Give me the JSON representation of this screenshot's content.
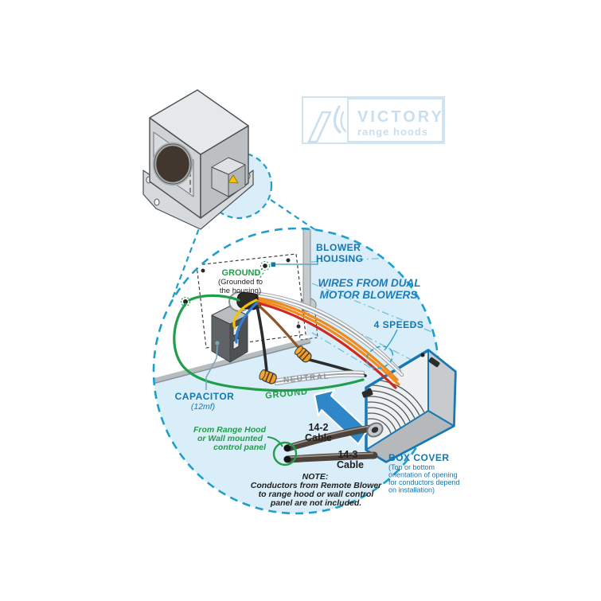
{
  "logo": {
    "name": "VICTORY",
    "tagline": "range hoods"
  },
  "labels": {
    "blower_housing": [
      "BLOWER",
      "HOUSING"
    ],
    "wires_from_dual": [
      "WIRES FROM DUAL",
      "MOTOR BLOWERS"
    ],
    "four_speeds": "4 SPEEDS",
    "ground_housing": [
      "GROUND",
      "(Grounded to",
      "the housing)"
    ],
    "capacitor": [
      "CAPACITOR",
      "(12mf)"
    ],
    "neutral": "NEUTRAL",
    "ground_wire": "GROUND",
    "cable_14_2": [
      "14-2",
      "Cable"
    ],
    "cable_14_3": [
      "14-3",
      "Cable"
    ],
    "from_range_hood": [
      "From Range Hood",
      "or Wall mounted",
      "control panel"
    ],
    "note": [
      "NOTE:",
      "Conductors from Remote Blower",
      "to range hood or wall control",
      "panel are not included."
    ],
    "box_cover": [
      "BOX COVER",
      "(Top or bottom",
      "orientation of opening",
      "for conductors depend",
      "on installation)"
    ]
  },
  "colors": {
    "accent_teal_dash": "#1d9fcc",
    "light_blue_fill": "#d9eef8",
    "label_blue": "#1577b0",
    "label_green": "#229d4a",
    "label_gray": "#8d949a",
    "box_outline_blue": "#1878b4",
    "arrow_blue": "#2f86c8",
    "wire_orange": "#ef8a1e",
    "wire_red": "#cf2a1f",
    "wire_yellow": "#f0c400",
    "wire_blue": "#2f7fd6",
    "wire_green": "#229d4a",
    "wire_brown": "#8a572b",
    "wire_nut_orange": "#f59b20",
    "logo_blue": "#c9dfee"
  }
}
